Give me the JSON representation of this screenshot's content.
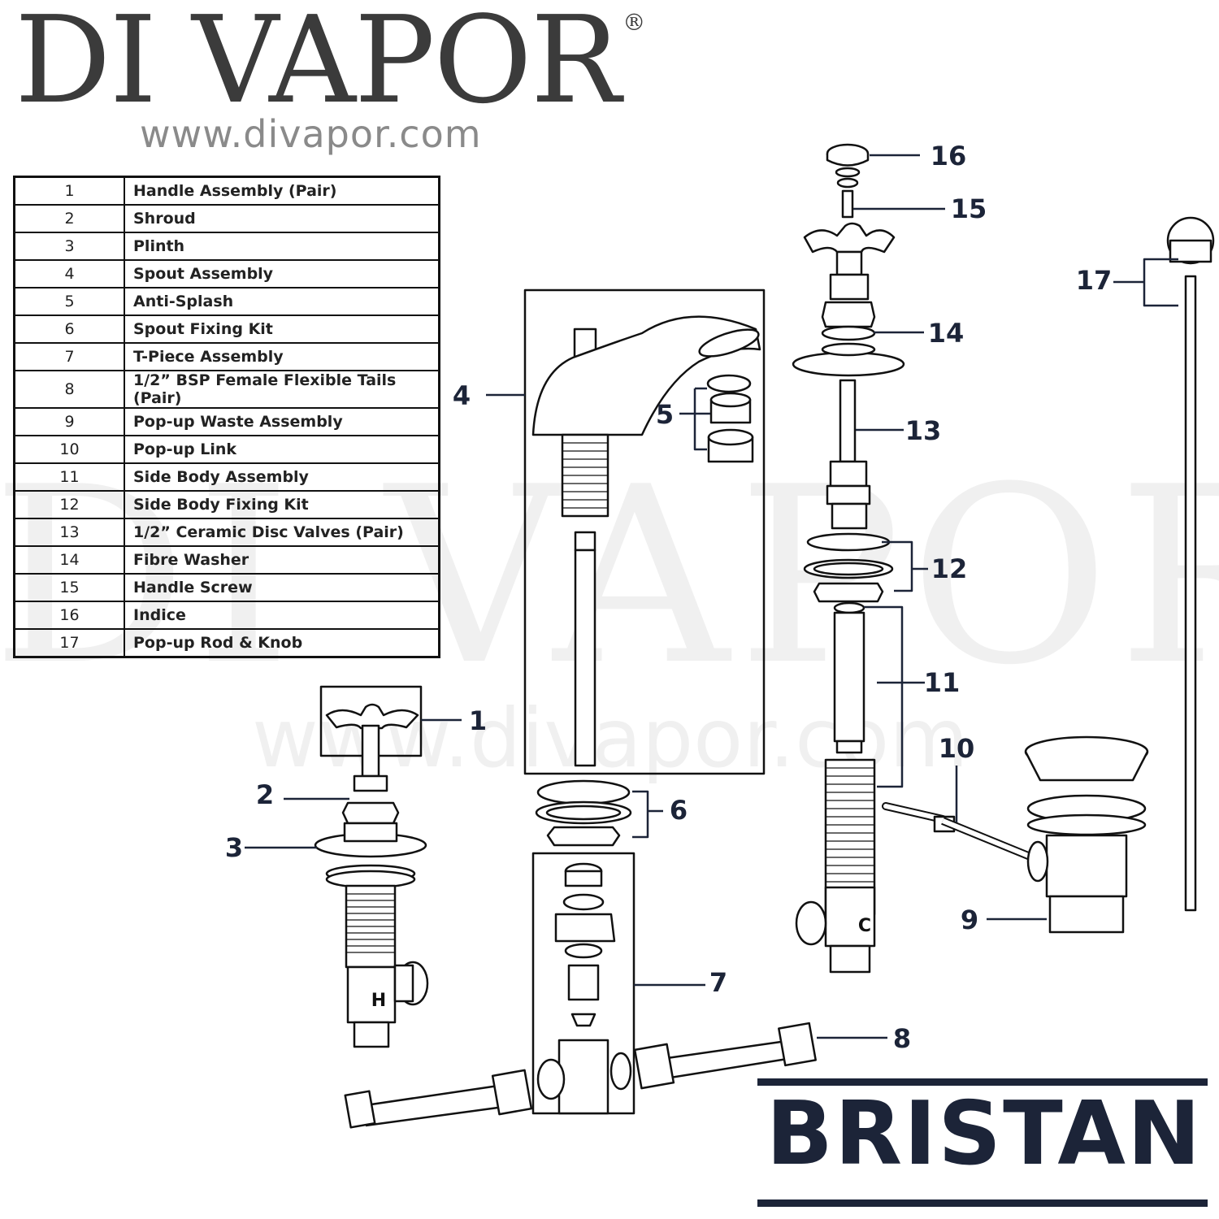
{
  "header": {
    "brand": "DI VAPOR",
    "registered": "®",
    "url": "www.divapor.com"
  },
  "watermark": {
    "text": "DI VAPOR®",
    "url": "www.divapor.com"
  },
  "parts": [
    {
      "num": "1",
      "desc": "Handle Assembly (Pair)"
    },
    {
      "num": "2",
      "desc": "Shroud"
    },
    {
      "num": "3",
      "desc": "Plinth"
    },
    {
      "num": "4",
      "desc": "Spout Assembly"
    },
    {
      "num": "5",
      "desc": "Anti-Splash"
    },
    {
      "num": "6",
      "desc": "Spout Fixing Kit"
    },
    {
      "num": "7",
      "desc": "T-Piece Assembly"
    },
    {
      "num": "8",
      "desc": "1/2” BSP Female Flexible Tails (Pair)"
    },
    {
      "num": "9",
      "desc": "Pop-up Waste Assembly"
    },
    {
      "num": "10",
      "desc": "Pop-up Link"
    },
    {
      "num": "11",
      "desc": "Side Body Assembly"
    },
    {
      "num": "12",
      "desc": "Side Body Fixing Kit"
    },
    {
      "num": "13",
      "desc": "1/2” Ceramic Disc Valves (Pair)"
    },
    {
      "num": "14",
      "desc": "Fibre Washer"
    },
    {
      "num": "15",
      "desc": "Handle Screw"
    },
    {
      "num": "16",
      "desc": "Indice"
    },
    {
      "num": "17",
      "desc": "Pop-up Rod & Knob"
    }
  ],
  "callouts": {
    "c1": "1",
    "c2": "2",
    "c3": "3",
    "c4": "4",
    "c5": "5",
    "c6": "6",
    "c7": "7",
    "c8": "8",
    "c9": "9",
    "c10": "10",
    "c11": "11",
    "c12": "12",
    "c13": "13",
    "c14": "14",
    "c15": "15",
    "c16": "16",
    "c17": "17"
  },
  "body_marks": {
    "hot": "H",
    "cold": "C"
  },
  "footer": {
    "logo": "BRISTAN"
  },
  "colors": {
    "leader": "#1c2438",
    "brand_grey": "#3b3b3b",
    "logo_navy": "#1c2438"
  }
}
